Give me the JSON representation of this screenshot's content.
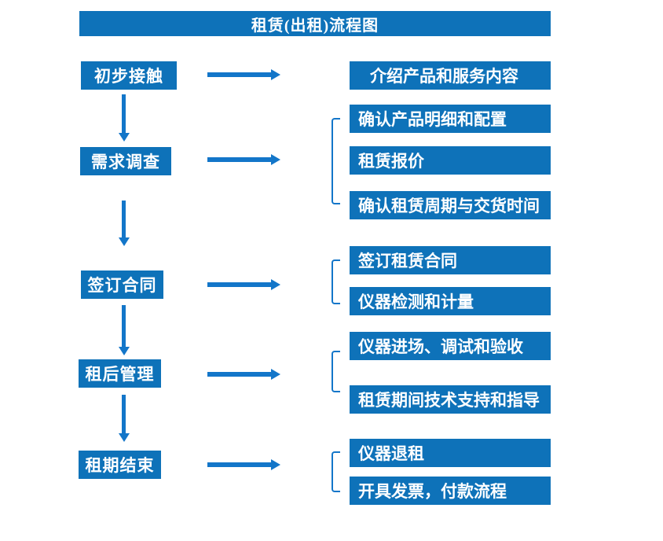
{
  "title": "租赁(出租)流程图",
  "colors": {
    "primary_blue": "#0E72B9",
    "arrow_blue": "#1376C9",
    "text_white": "#FFFFFF"
  },
  "steps": [
    {
      "label": "初步接触",
      "outputs": [
        "介绍产品和服务内容"
      ]
    },
    {
      "label": "需求调查",
      "outputs": [
        "确认产品明细和配置",
        "租赁报价",
        "确认租赁周期与交货时间"
      ]
    },
    {
      "label": "签订合同",
      "outputs": [
        "签订租赁合同",
        "仪器检测和计量"
      ]
    },
    {
      "label": "租后管理",
      "outputs": [
        "仪器进场、调试和验收",
        "租赁期间技术支持和指导"
      ]
    },
    {
      "label": "租期结束",
      "outputs": [
        "仪器退租",
        "开具发票，付款流程"
      ]
    }
  ]
}
